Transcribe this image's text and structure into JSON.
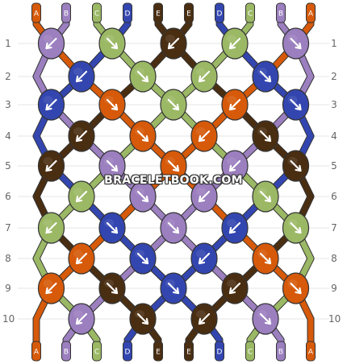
{
  "site_watermark": "BRACELETBOOK.COM",
  "colors": {
    "A": "#d65a0a",
    "B": "#9b7fbf",
    "C": "#9bb865",
    "D": "#3346b0",
    "E": "#4a2e12"
  },
  "strand_labels": [
    "A",
    "B",
    "C",
    "D",
    "E",
    "E",
    "D",
    "C",
    "B",
    "A"
  ],
  "row_labels": [
    "1",
    "2",
    "3",
    "4",
    "5",
    "6",
    "7",
    "8",
    "9",
    "10"
  ],
  "knots": [
    [
      {
        "color": "B",
        "dir": "left"
      },
      {
        "color": "C",
        "dir": "right"
      },
      {
        "color": "E",
        "dir": "left"
      },
      {
        "color": "C",
        "dir": "left"
      },
      {
        "color": "B",
        "dir": "right"
      }
    ],
    [
      {
        "color": "D",
        "dir": "left"
      },
      {
        "color": "C",
        "dir": "right"
      },
      {
        "color": "C",
        "dir": "left"
      },
      {
        "color": "D",
        "dir": "right"
      }
    ],
    [
      {
        "color": "D",
        "dir": "left"
      },
      {
        "color": "A",
        "dir": "right"
      },
      {
        "color": "C",
        "dir": "right"
      },
      {
        "color": "A",
        "dir": "left"
      },
      {
        "color": "D",
        "dir": "right"
      }
    ],
    [
      {
        "color": "E",
        "dir": "left"
      },
      {
        "color": "A",
        "dir": "right"
      },
      {
        "color": "A",
        "dir": "left"
      },
      {
        "color": "E",
        "dir": "right"
      }
    ],
    [
      {
        "color": "E",
        "dir": "left"
      },
      {
        "color": "B",
        "dir": "right"
      },
      {
        "color": "A",
        "dir": "right"
      },
      {
        "color": "B",
        "dir": "left"
      },
      {
        "color": "E",
        "dir": "right"
      }
    ],
    [
      {
        "color": "C",
        "dir": "left"
      },
      {
        "color": "B",
        "dir": "right"
      },
      {
        "color": "B",
        "dir": "left"
      },
      {
        "color": "C",
        "dir": "right"
      }
    ],
    [
      {
        "color": "C",
        "dir": "left"
      },
      {
        "color": "D",
        "dir": "right"
      },
      {
        "color": "B",
        "dir": "right"
      },
      {
        "color": "D",
        "dir": "left"
      },
      {
        "color": "C",
        "dir": "right"
      }
    ],
    [
      {
        "color": "A",
        "dir": "left"
      },
      {
        "color": "D",
        "dir": "right"
      },
      {
        "color": "D",
        "dir": "left"
      },
      {
        "color": "A",
        "dir": "right"
      }
    ],
    [
      {
        "color": "A",
        "dir": "left"
      },
      {
        "color": "E",
        "dir": "right"
      },
      {
        "color": "D",
        "dir": "right"
      },
      {
        "color": "E",
        "dir": "left"
      },
      {
        "color": "A",
        "dir": "right"
      }
    ],
    [
      {
        "color": "B",
        "dir": "left"
      },
      {
        "color": "E",
        "dir": "right"
      },
      {
        "color": "E",
        "dir": "left"
      },
      {
        "color": "B",
        "dir": "right"
      }
    ]
  ]
}
